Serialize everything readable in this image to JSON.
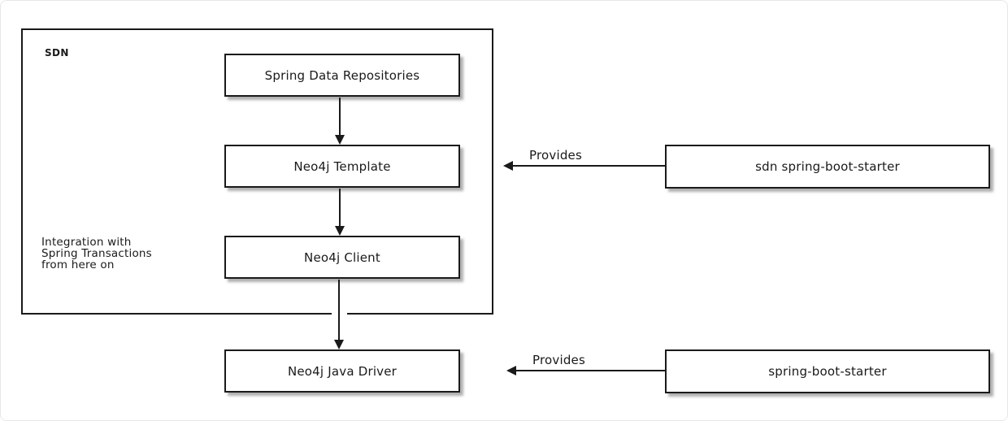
{
  "diagram": {
    "group": {
      "label": "SDN",
      "note": "Integration with\nSpring Transactions\nfrom here on"
    },
    "nodes": [
      {
        "id": "spring-data-repositories",
        "label": "Spring Data Repositories"
      },
      {
        "id": "neo4j-template",
        "label": "Neo4j Template"
      },
      {
        "id": "neo4j-client",
        "label": "Neo4j Client"
      },
      {
        "id": "neo4j-java-driver",
        "label": "Neo4j Java Driver"
      },
      {
        "id": "sdn-spring-boot-starter",
        "label": "sdn spring-boot-starter"
      },
      {
        "id": "spring-boot-starter",
        "label": "spring-boot-starter"
      }
    ],
    "edges": [
      {
        "from": "spring-data-repositories",
        "to": "neo4j-template",
        "label": ""
      },
      {
        "from": "neo4j-template",
        "to": "neo4j-client",
        "label": ""
      },
      {
        "from": "neo4j-client",
        "to": "neo4j-java-driver",
        "label": ""
      },
      {
        "from": "sdn-spring-boot-starter",
        "to": "neo4j-template",
        "label": "Provides"
      },
      {
        "from": "spring-boot-starter",
        "to": "neo4j-java-driver",
        "label": "Provides"
      }
    ],
    "colors": {
      "background": "#ffffff",
      "node_fill": "#ffffff",
      "stroke": "#1a1a1a",
      "shadow": "#6e6e6e"
    }
  }
}
